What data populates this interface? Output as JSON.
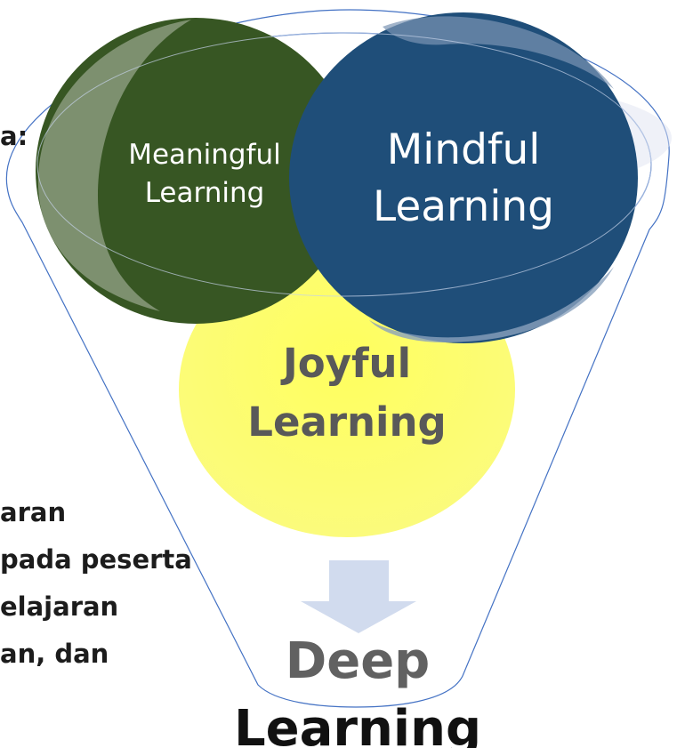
{
  "circles": {
    "meaningful": {
      "line1": "Meaningful",
      "line2": "Learning",
      "color": "#375623"
    },
    "mindful": {
      "line1": "Mindful",
      "line2": "Learning",
      "color": "#1F4E79"
    },
    "joyful": {
      "line1": "Joyful",
      "line2": "Learning",
      "color": "#FFFF66"
    }
  },
  "result": {
    "line1": "Deep",
    "line2": "Learning"
  },
  "side_text": {
    "top": "a:",
    "lines": [
      "aran",
      "pada peserta",
      "elajaran",
      "an, dan"
    ]
  },
  "colors": {
    "funnel_outline": "#4472C4",
    "arrow": "#D1DBEE",
    "joyful_text": "#595959",
    "deep_text": "#616161"
  }
}
